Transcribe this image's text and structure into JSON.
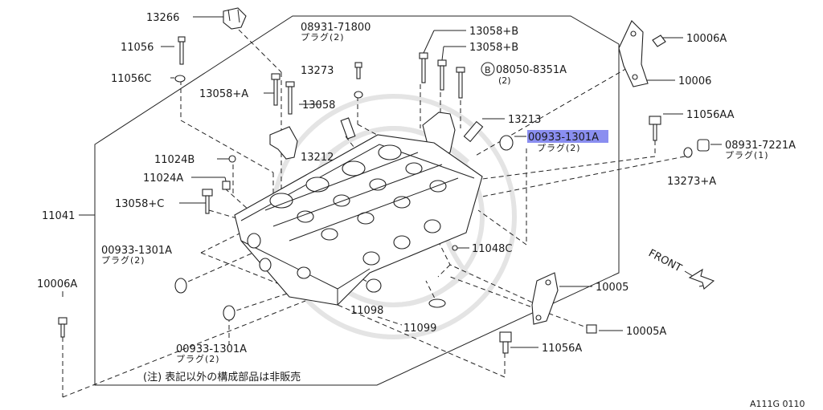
{
  "diagram": {
    "parts": {
      "p13266": "13266",
      "p08931_71800": "08931-71800",
      "p08931_71800_sub": "プラグ(2)",
      "p13058b1": "13058+B",
      "p13058b2": "13058+B",
      "p10006a_top": "10006A",
      "p11056": "11056",
      "p13273": "13273",
      "p08050_8351a": "08050-8351A",
      "p08050_8351a_qty": "(2)",
      "p08050_badge": "B",
      "p11056c": "11056C",
      "p10006": "10006",
      "p13058a": "13058+A",
      "p13058": "13058",
      "p13213": "13213",
      "p11056aa": "11056AA",
      "p00933_hl": "00933-1301A",
      "p00933_hl_sub": "プラグ(2)",
      "p08931_7221a": "08931-7221A",
      "p08931_7221a_sub": "プラグ(1)",
      "p11024b": "11024B",
      "p13212": "13212",
      "p11024a": "11024A",
      "p13273a": "13273+A",
      "p13058c": "13058+C",
      "p11041": "11041",
      "p00933_left": "00933-1301A",
      "p00933_left_sub": "プラグ(2)",
      "p11048c": "11048C",
      "p10006a_left": "10006A",
      "p10005": "10005",
      "p11098": "11098",
      "p11099": "11099",
      "p10005a": "10005A",
      "p11056a": "11056A",
      "p00933_bottom": "00933-1301A",
      "p00933_bottom_sub": "プラグ(2)"
    },
    "front_label": "FRONT",
    "note": "(注) 表記以外の構成部品は非販売",
    "diagram_code": "A111G 0110",
    "highlight_color": "#8a8ef0"
  }
}
